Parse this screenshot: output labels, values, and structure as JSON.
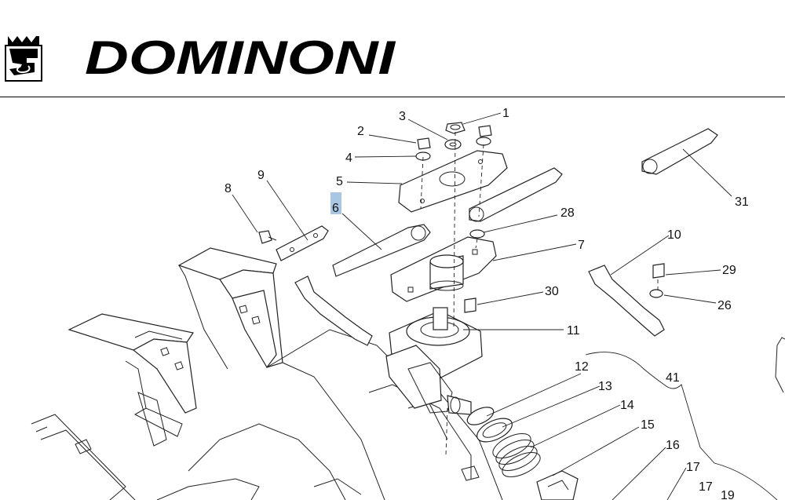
{
  "brand": {
    "logo_icon": "crowned-lion-crest-icon",
    "wordmark": "DOMINONI"
  },
  "diagram": {
    "part_labels": [
      "1",
      "2",
      "3",
      "4",
      "5",
      "6",
      "7",
      "8",
      "9",
      "10",
      "11",
      "12",
      "13",
      "14",
      "15",
      "16",
      "17",
      "17",
      "19",
      "26",
      "28",
      "29",
      "30",
      "31",
      "41"
    ],
    "highlighted_label": "6",
    "highlight_color": "#a9c6e3",
    "line_color": "#222222"
  }
}
